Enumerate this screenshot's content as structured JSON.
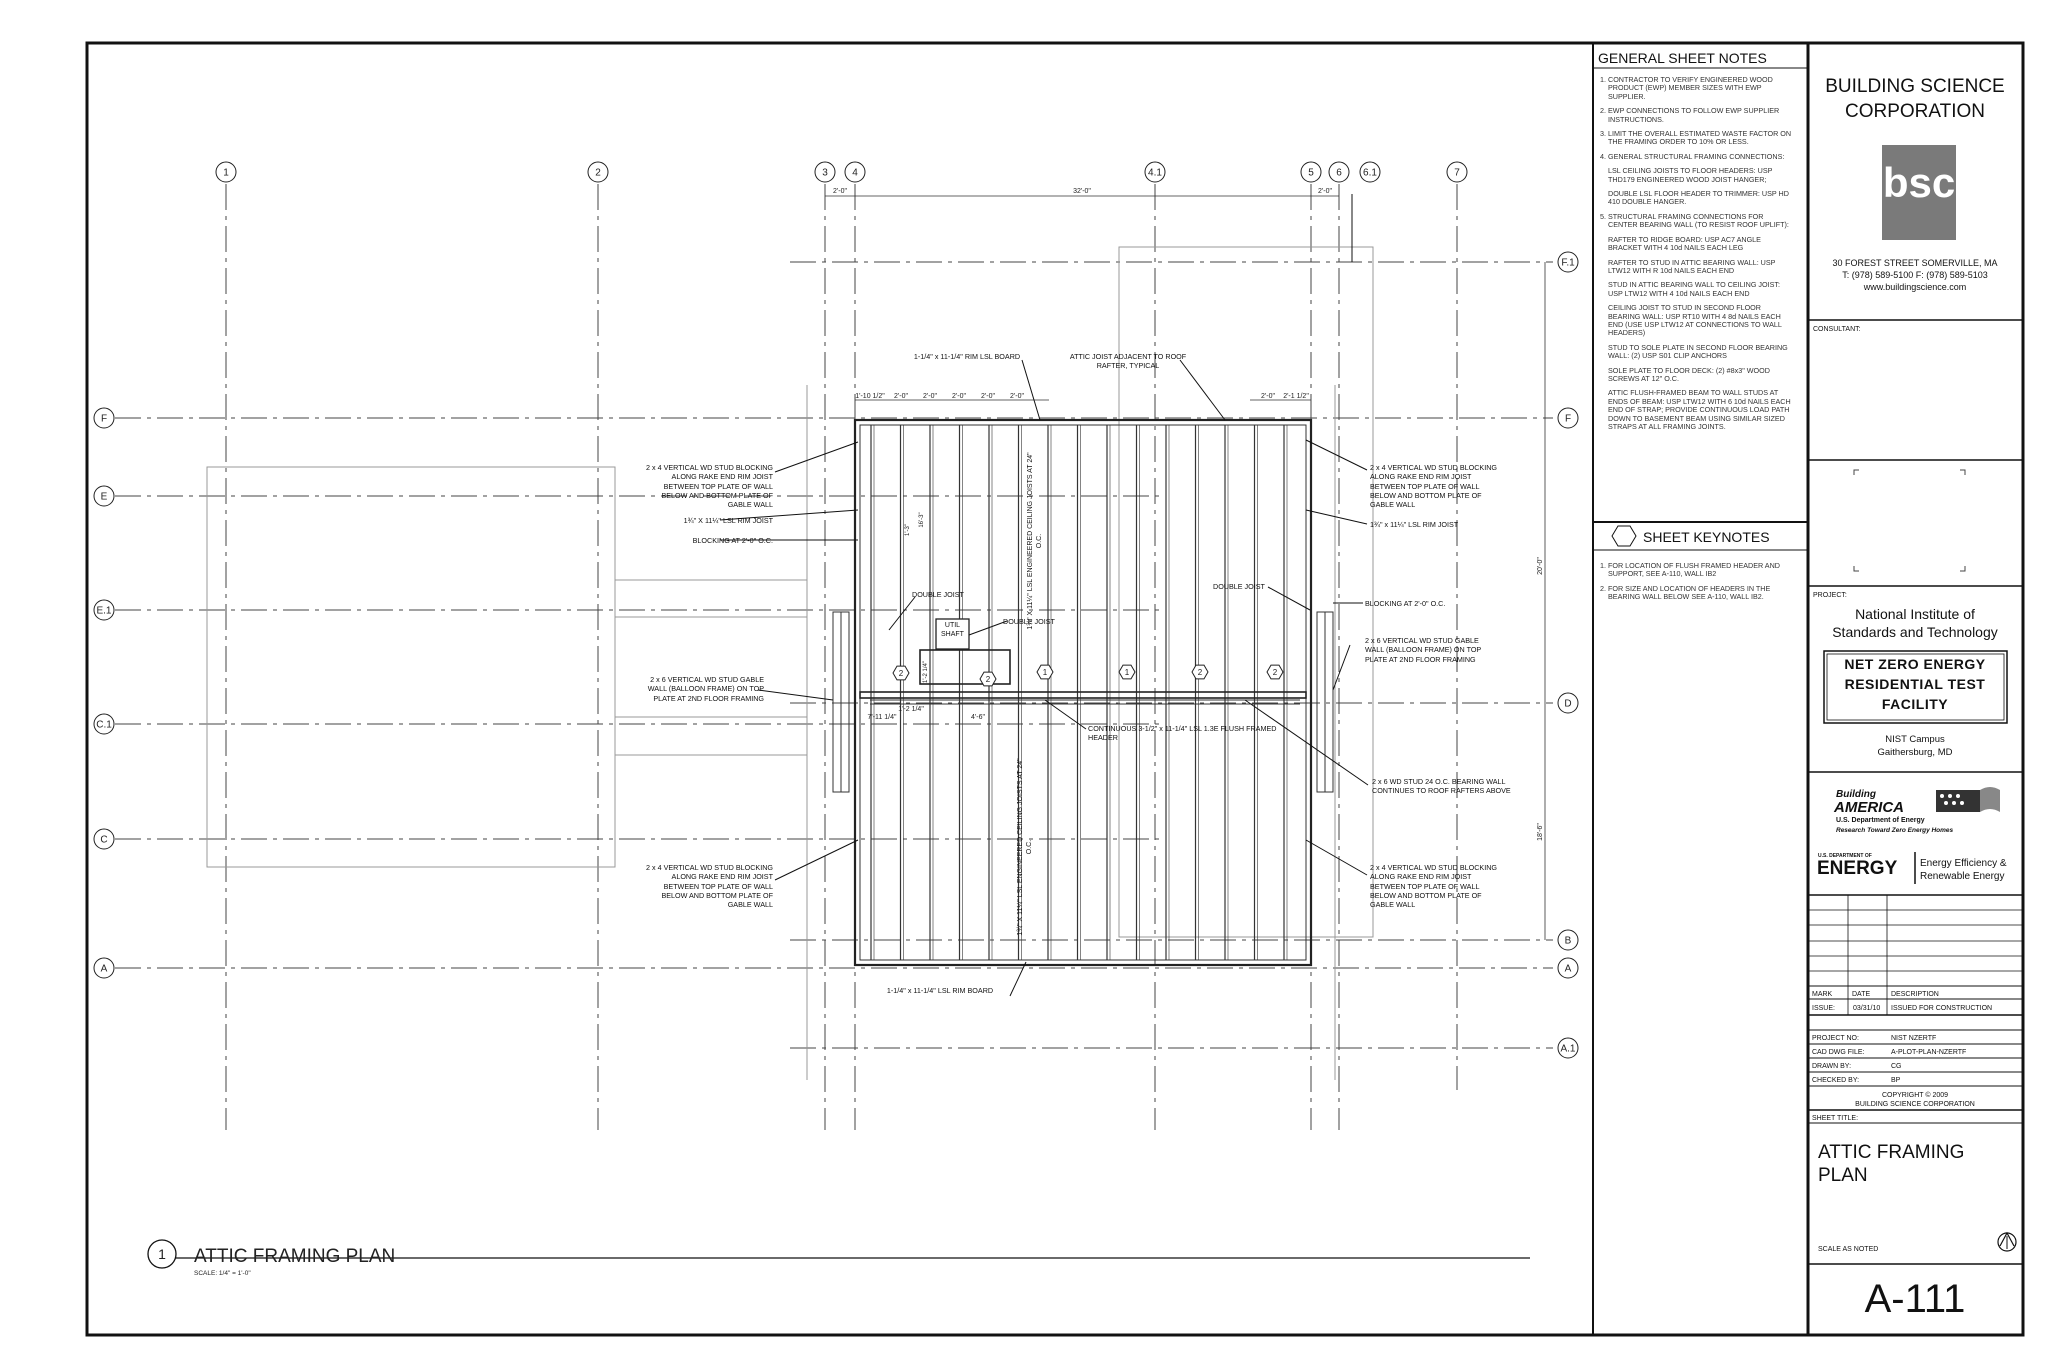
{
  "drawing": {
    "title": "ATTIC FRAMING PLAN",
    "number": "1",
    "scale": "SCALE: 1/4\" = 1'-0\"",
    "grid_columns": [
      "1",
      "2",
      "3",
      "4",
      "4.1",
      "5",
      "6",
      "6.1",
      "7"
    ],
    "grid_rows": [
      "F.1",
      "F",
      "E",
      "E.1",
      "C.1",
      "D",
      "C",
      "B",
      "A",
      "A.1"
    ],
    "dims_top": [
      "2'-0\"",
      "32'-0\"",
      "2'-0\""
    ],
    "dims_spacing_left": [
      "1'-10 1/2\"",
      "2'-0\"",
      "2'-0\"",
      "2'-0\"",
      "2'-0\"",
      "2'-0\""
    ],
    "dims_spacing_right": [
      "2'-0\"",
      "2'-1 1/2\""
    ],
    "dims_right": [
      "20'-0\"",
      "18'-6\""
    ],
    "dims_misc": [
      "7'-11 1/4\"",
      "1'-2 1/4\"",
      "4'-6\"",
      "1'-2 1/4\"",
      "16'-3\"",
      "1'-3\""
    ],
    "annotations": {
      "rim_board_top": "1-1/4\" x 11-1/4\" RIM LSL BOARD",
      "attic_joist": "ATTIC JOIST ADJACENT TO ROOF RAFTER, TYPICAL",
      "vert_stud_tl": "2 x 4 VERTICAL WD STUD BLOCKING ALONG RAKE END RIM JOIST BETWEEN TOP PLATE OF WALL BELOW AND BOTTOM PLATE OF GABLE WALL",
      "rim_joist_l": "1¾\" X 11¼\" LSL RIM JOIST",
      "blocking_l": "BLOCKING AT 2'-0\" O.C.",
      "double_joist_l": "DOUBLE JOIST",
      "util_shaft": "UTIL SHAFT",
      "double_joist_c": "DOUBLE JOIST",
      "gable_wall_l": "2 x 6 VERTICAL WD STUD GABLE WALL (BALLOON FRAME) ON TOP PLATE AT 2ND FLOOR FRAMING",
      "continuous_header": "CONTINUOUS 3-1/2\" x 11-1/4\" LSL 1.3E FLUSH FRAMED HEADER",
      "ceiling_joists_top": "1¾\" X 11¼\" LSL ENGINEERED CEILING JOISTS AT 24\" O.C.",
      "ceiling_joists_bottom": "1¾\" X 11¼\" LSL ENGINEERED CEILING JOISTS AT 24\" O.C.",
      "vert_stud_bl": "2 x 4 VERTICAL WD STUD BLOCKING ALONG RAKE END RIM JOIST BETWEEN TOP PLATE OF WALL BELOW AND BOTTOM PLATE OF GABLE WALL",
      "rim_board_bottom": "1-1/4\" x 11-1/4\" LSL RIM BOARD",
      "vert_stud_tr": "2 x 4 VERTICAL WD STUD BLOCKING ALONG RAKE END RIM JOIST BETWEEN TOP PLATE OF WALL BELOW AND BOTTOM PLATE OF GABLE WALL",
      "rim_joist_r": "1¾\" x 11¼\" LSL RIM JOIST",
      "double_joist_r": "DOUBLE JOIST",
      "blocking_r": "BLOCKING AT 2'-0\" O.C.",
      "gable_wall_r": "2 x 6 VERTICAL WD STUD GABLE WALL (BALLOON FRAME) ON TOP PLATE AT 2ND FLOOR FRAMING",
      "bearing_wall": "2 x 6 WD STUD 24 O.C. BEARING WALL CONTINUES TO ROOF RAFTERS ABOVE",
      "vert_stud_br": "2 x 4 VERTICAL WD STUD BLOCKING ALONG RAKE END RIM JOIST BETWEEN TOP PLATE OF WALL BELOW AND BOTTOM PLATE OF GABLE WALL"
    },
    "keynote_tags": [
      "1",
      "2"
    ]
  },
  "general_notes": {
    "heading": "GENERAL SHEET NOTES",
    "items": [
      "CONTRACTOR TO VERIFY ENGINEERED WOOD PRODUCT (EWP) MEMBER SIZES WITH EWP SUPPLIER.",
      "EWP CONNECTIONS TO FOLLOW EWP SUPPLIER INSTRUCTIONS.",
      "LIMIT THE OVERALL ESTIMATED WASTE FACTOR ON THE FRAMING ORDER TO 10% OR LESS.",
      "GENERAL STRUCTURAL FRAMING CONNECTIONS:",
      "STRUCTURAL FRAMING CONNECTIONS FOR CENTER BEARING WALL (TO RESIST ROOF UPLIFT):"
    ],
    "sub4": [
      "LSL CEILING JOISTS TO FLOOR HEADERS: USP THD179 ENGINEERED WOOD JOIST HANGER;",
      "DOUBLE LSL FLOOR HEADER TO TRIMMER: USP HD 410 DOUBLE HANGER."
    ],
    "sub5": [
      "RAFTER TO RIDGE BOARD: USP AC7 ANGLE BRACKET WITH 4 10d NAILS EACH LEG",
      "RAFTER TO STUD IN ATTIC BEARING WALL: USP LTW12 WITH R 10d NAILS EACH END",
      "STUD IN ATTIC BEARING WALL TO CEILING JOIST: USP LTW12 WITH 4 10d NAILS EACH END",
      "CEILING JOIST TO STUD IN SECOND FLOOR BEARING WALL: USP RT10 WITH 4 8d NAILS EACH END (USE USP LTW12 AT CONNECTIONS TO WALL HEADERS)",
      "STUD TO SOLE PLATE IN SECOND FLOOR BEARING WALL: (2) USP S01 CLIP ANCHORS",
      "SOLE PLATE TO FLOOR DECK: (2) #8x3\" WOOD SCREWS AT 12\" O.C.",
      "ATTIC FLUSH-FRAMED BEAM TO WALL STUDS AT ENDS OF BEAM: USP LTW12 WITH 6 10d NAILS EACH END OF STRAP; PROVIDE CONTINUOUS LOAD PATH DOWN TO BASEMENT BEAM USING SIMILAR SIZED STRAPS AT ALL FRAMING JOINTS."
    ]
  },
  "sheet_keynotes": {
    "heading": "SHEET KEYNOTES",
    "items": [
      "FOR LOCATION OF FLUSH FRAMED HEADER AND SUPPORT, SEE A-110, WALL IB2",
      "FOR SIZE AND LOCATION OF HEADERS IN THE BEARING WALL BELOW SEE A-110, WALL IB2."
    ]
  },
  "title_block": {
    "company_line1": "BUILDING SCIENCE",
    "company_line2": "CORPORATION",
    "logo_text": "bsc",
    "address": "30 FOREST STREET  SOMERVILLE, MA",
    "phone": "T: (978) 589-5100  F: (978) 589-5103",
    "website": "www.buildingscience.com",
    "consultant_label": "CONSULTANT:",
    "project_label": "PROJECT:",
    "client_line1": "National Institute of",
    "client_line2": "Standards and Technology",
    "project_name_1": "NET ZERO ENERGY",
    "project_name_2": "RESIDENTIAL TEST",
    "project_name_3": "FACILITY",
    "campus": "NIST Campus",
    "city": "Gaithersburg, MD",
    "ba_logo_1": "Building",
    "ba_logo_2": "AMERICA",
    "ba_logo_3": "U.S. Department of Energy",
    "ba_logo_4": "Research Toward Zero Energy Homes",
    "doe_1": "U.S. DEPARTMENT OF",
    "doe_2": "ENERGY",
    "doe_3": "Energy Efficiency &",
    "doe_4": "Renewable Energy",
    "rev_headers": [
      "MARK",
      "DATE",
      "DESCRIPTION"
    ],
    "issue_label": "ISSUE:",
    "issue_date": "03/31/10",
    "issue_desc": "ISSUED FOR CONSTRUCTION",
    "info": [
      {
        "label": "PROJECT NO:",
        "value": "NIST NZERTF"
      },
      {
        "label": "CAD DWG FILE:",
        "value": "A-PLOT-PLAN-NZERTF"
      },
      {
        "label": "DRAWN BY:",
        "value": "CG"
      },
      {
        "label": "CHECKED BY:",
        "value": "BP"
      }
    ],
    "copyright_1": "COPYRIGHT © 2009",
    "copyright_2": "BUILDING SCIENCE CORPORATION",
    "sheet_title_label": "SHEET TITLE:",
    "sheet_title_1": "ATTIC FRAMING",
    "sheet_title_2": "PLAN",
    "scale_label": "SCALE AS NOTED",
    "sheet_number": "A-111"
  },
  "colors": {
    "line": "#222222",
    "light": "#777777",
    "logo_bg": "#777777"
  }
}
